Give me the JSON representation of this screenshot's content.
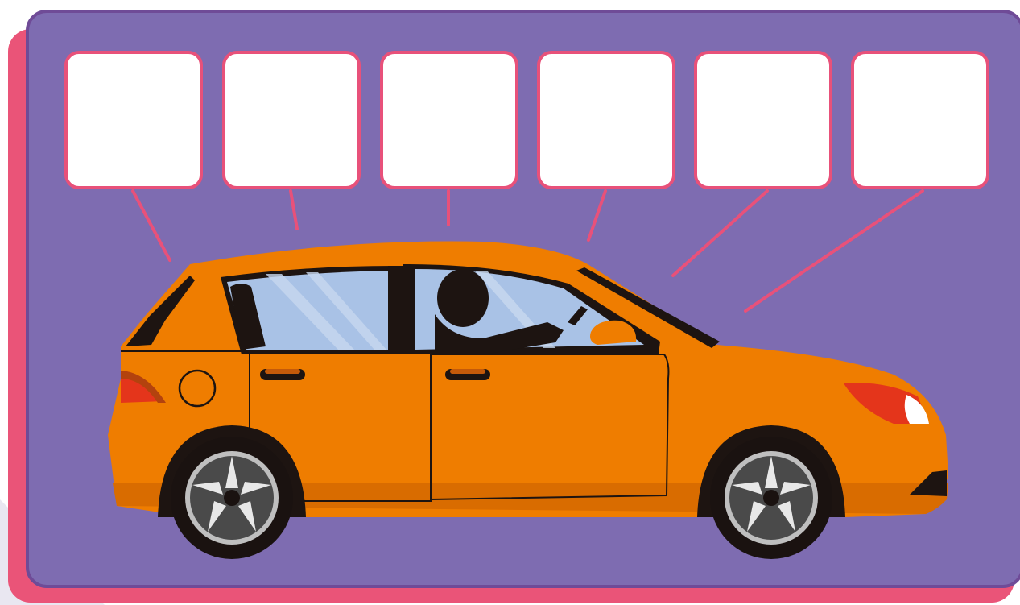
{
  "diagram": {
    "label_boxes": [
      {
        "id": "box-1",
        "text": ""
      },
      {
        "id": "box-2",
        "text": ""
      },
      {
        "id": "box-3",
        "text": ""
      },
      {
        "id": "box-4",
        "text": ""
      },
      {
        "id": "box-5",
        "text": ""
      },
      {
        "id": "box-6",
        "text": ""
      }
    ],
    "colors": {
      "card_background": "#7e6cb1",
      "card_border": "#6f4b97",
      "card_shadow": "#ea5478",
      "box_border": "#e8517a",
      "leader_line": "#e8517a",
      "car_body": "#ef7d00",
      "car_window": "#a9c2e6",
      "tire": "#1a1210",
      "rim": "#bfbfbf",
      "tail_light": "#e4351b",
      "headlight": "#ffffff"
    },
    "icons": [
      "car-illustration",
      "driver-silhouette",
      "wheel-icon",
      "fuel-cap-icon"
    ]
  }
}
